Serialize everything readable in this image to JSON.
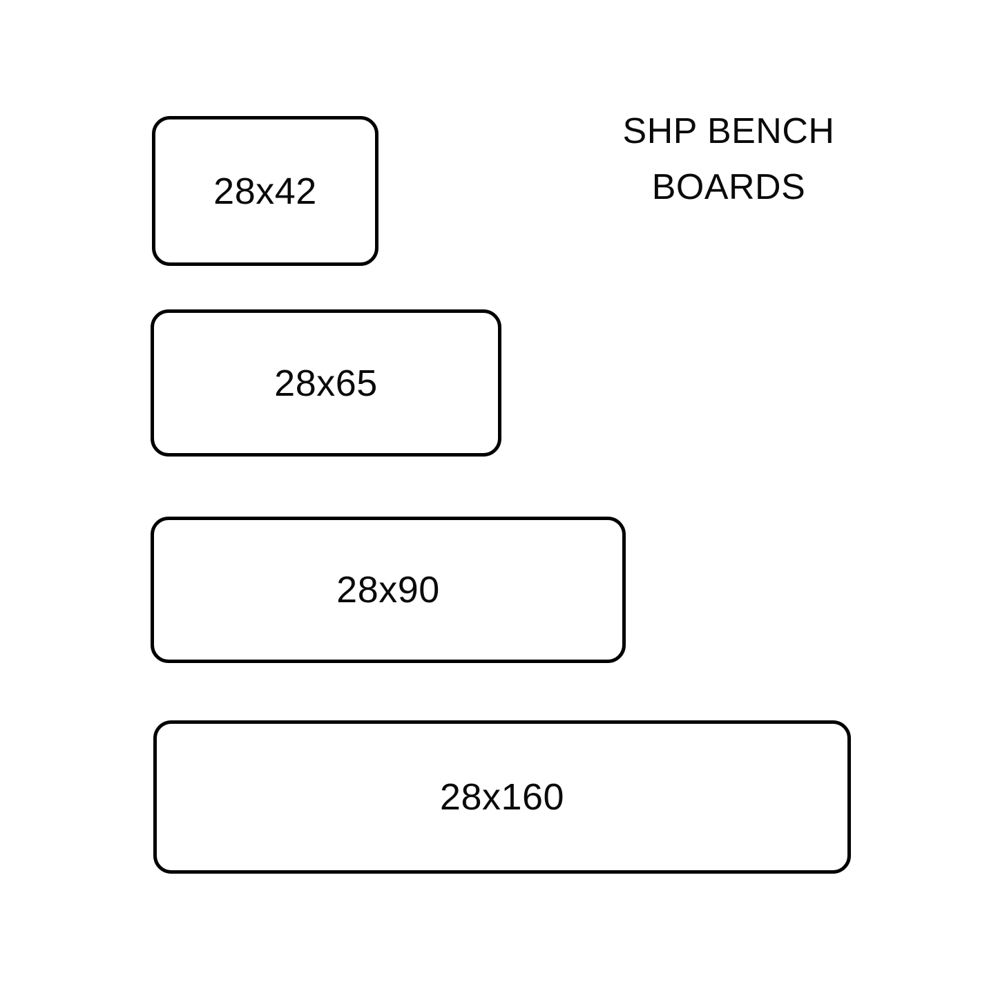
{
  "title": {
    "line1": "SHP BENCH",
    "line2": "BOARDS"
  },
  "boards": [
    {
      "label": "28x42"
    },
    {
      "label": "28x65"
    },
    {
      "label": "28x90"
    },
    {
      "label": "28x160"
    }
  ],
  "colors": {
    "background": "#ffffff",
    "stroke": "#000000",
    "text": "#0a0a0a"
  }
}
